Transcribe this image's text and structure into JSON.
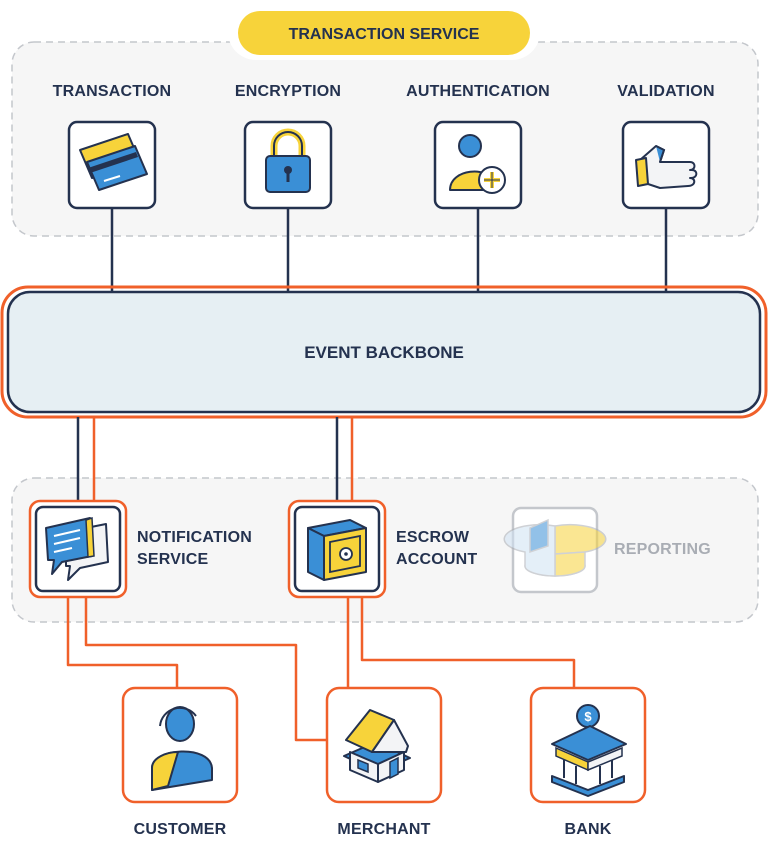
{
  "transaction_service": {
    "title": "TRANSACTION SERVICE",
    "components": [
      {
        "label": "TRANSACTION",
        "icon": "credit-cards-icon"
      },
      {
        "label": "ENCRYPTION",
        "icon": "padlock-icon"
      },
      {
        "label": "AUTHENTICATION",
        "icon": "user-add-icon"
      },
      {
        "label": "VALIDATION",
        "icon": "thumbs-up-icon"
      }
    ]
  },
  "backbone": {
    "label": "EVENT BACKBONE"
  },
  "services": {
    "notification": {
      "line1": "NOTIFICATION",
      "line2": "SERVICE",
      "icon": "chat-bubbles-icon"
    },
    "escrow": {
      "line1": "ESCROW",
      "line2": "ACCOUNT",
      "icon": "safe-icon"
    },
    "reporting": {
      "label": "REPORTING",
      "icon": "pie-chart-icon"
    }
  },
  "parties": [
    {
      "label": "CUSTOMER",
      "icon": "person-icon"
    },
    {
      "label": "MERCHANT",
      "icon": "house-icon"
    },
    {
      "label": "BANK",
      "icon": "bank-icon"
    }
  ],
  "colors": {
    "navy": "#24324f",
    "yellow": "#f7d33a",
    "blue": "#3a8fd6",
    "orange": "#f0602a",
    "backbone_fill": "#e6eff3",
    "panel_fill": "#f6f6f6",
    "gray": "#a9adb4"
  }
}
